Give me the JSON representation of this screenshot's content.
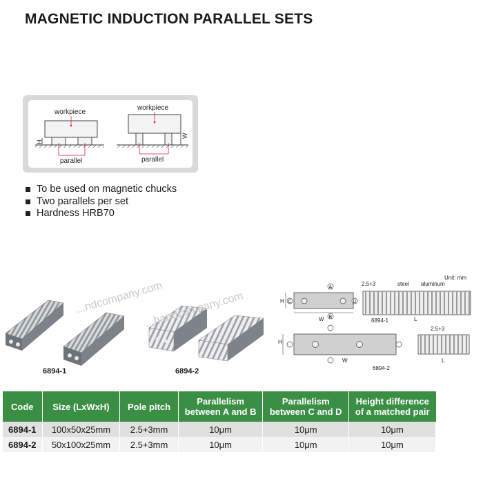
{
  "page_title": "MAGNETIC INDUCTION PARALLEL SETS",
  "diagram": {
    "left_workpiece": "workpiece",
    "left_parallel": "parallel",
    "left_h": "H",
    "right_workpiece": "workpiece",
    "right_parallel": "parallel",
    "right_w": "W"
  },
  "features": [
    "To be used on magnetic chucks",
    "Two parallels per set",
    "Hardness HRB70"
  ],
  "photos": {
    "label_1": "6894-1",
    "label_2": "6894-2",
    "watermark_1": "...ndcompany.com",
    "watermark_2": "...handcompany.com"
  },
  "technical": {
    "unit": "Unit: mm",
    "top_h": "H",
    "top_w": "W",
    "circle_a": "A",
    "circle_b": "B",
    "circle_c": "C",
    "circle_d": "D",
    "label_6894_1": "6894-1",
    "bot_h": "H",
    "bot_w": "W",
    "label_6894_2": "6894-2",
    "side_pitch": "2.5+3",
    "side_steel": "steel",
    "side_aluminum": "aluminum",
    "side_l": "L",
    "side2_pitch": "2.5+3",
    "side2_l": "L"
  },
  "table": {
    "headers": [
      "Code",
      "Size (LxWxH)",
      "Pole pitch",
      "Parallelism\nbetween A and B",
      "Parallelism\nbetween C and D",
      "Height difference\nof a matched pair"
    ],
    "rows": [
      [
        "6894-1",
        "100x50x25mm",
        "2.5+3mm",
        "10μm",
        "10μm",
        "10μm"
      ],
      [
        "6894-2",
        "50x100x25mm",
        "2.5+3mm",
        "10μm",
        "10μm",
        "10μm"
      ]
    ]
  }
}
